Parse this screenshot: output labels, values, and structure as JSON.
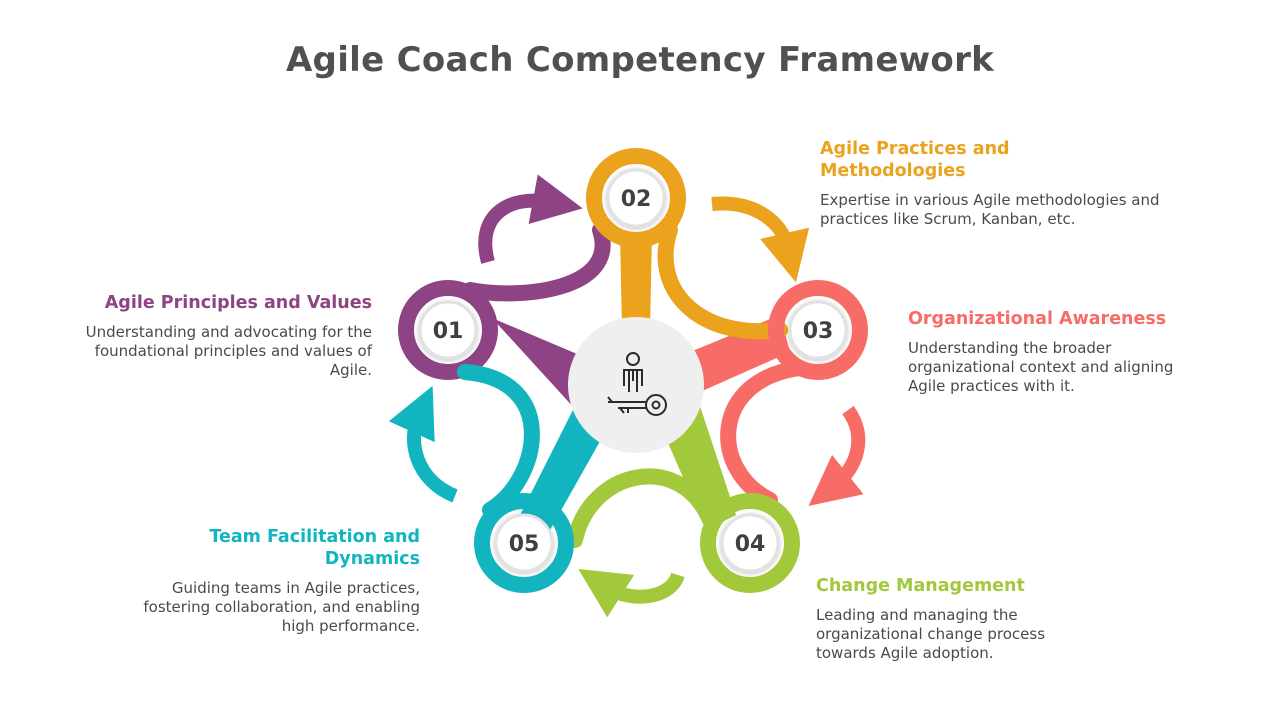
{
  "title": "Agile Coach Competency Framework",
  "colors": {
    "purple": "#8e4484",
    "orange": "#eba21d",
    "coral": "#f76c66",
    "green": "#a2c83c",
    "teal": "#12b5bf",
    "title": "#505050",
    "center": "#efefef"
  },
  "center_icon": "agile-coach-key-icon",
  "items": [
    {
      "number": "01",
      "heading": "Agile Principles and Values",
      "desc": "Understanding and advocating for the foundational principles and values of Agile."
    },
    {
      "number": "02",
      "heading": "Agile Practices and Methodologies",
      "desc": "Expertise in various Agile methodologies and practices like Scrum, Kanban, etc."
    },
    {
      "number": "03",
      "heading": "Organizational Awareness",
      "desc": "Understanding the broader organizational context and aligning Agile practices with it."
    },
    {
      "number": "04",
      "heading": "Change Management",
      "desc": "Leading and managing the organizational change process towards Agile adoption."
    },
    {
      "number": "05",
      "heading": "Team Facilitation and Dynamics",
      "desc": "Guiding teams in Agile practices, fostering collaboration, and enabling high performance."
    }
  ]
}
